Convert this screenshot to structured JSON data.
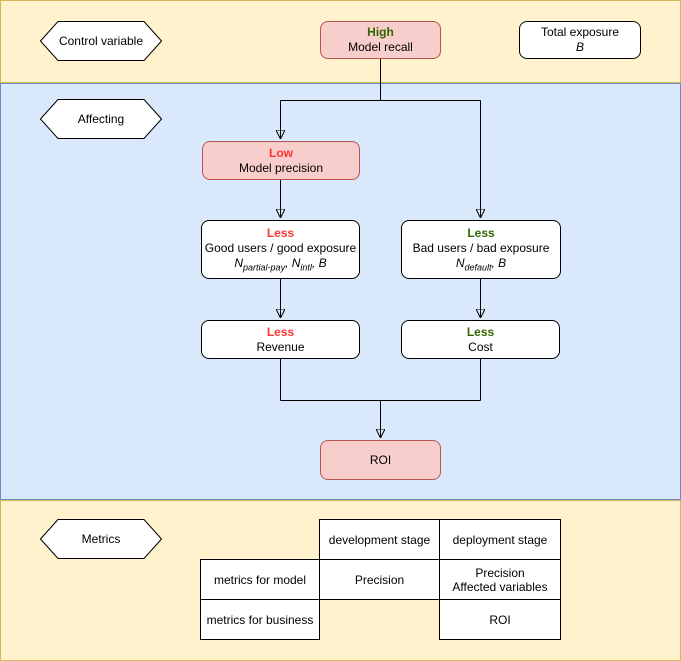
{
  "sections": {
    "control": {
      "label": "Control variable"
    },
    "affecting": {
      "label": "Affecting"
    },
    "metrics": {
      "label": "Metrics"
    }
  },
  "nodes": {
    "high": {
      "status": "High",
      "label": "Model recall"
    },
    "total_exposure": {
      "label": "Total exposure",
      "formula": "B"
    },
    "low": {
      "status": "Low",
      "label": "Model precision"
    },
    "good_users": {
      "status": "Less",
      "label": "Good users / good exposure",
      "formula": "N_{partial-pay}, N_{intl}, B"
    },
    "bad_users": {
      "status": "Less",
      "label": "Bad users / bad exposure",
      "formula": "N_{default}, B"
    },
    "revenue": {
      "status": "Less",
      "label": "Revenue"
    },
    "cost": {
      "status": "Less",
      "label": "Cost"
    },
    "roi": {
      "label": "ROI"
    }
  },
  "table": {
    "col_headers": [
      "development stage",
      "deployment stage"
    ],
    "row_headers": [
      "metrics for model",
      "metrics for business"
    ],
    "cells": {
      "model_development": "Precision",
      "model_deployment_line1": "Precision",
      "model_deployment_line2": "Affected variables",
      "business_deployment": "ROI"
    }
  },
  "colors": {
    "band_yellow_fill": "#fff2cc",
    "band_yellow_stroke": "#d6b656",
    "band_blue_fill": "#dae8fc",
    "band_blue_stroke": "#6c8ebf",
    "node_pink_fill": "#f8cecc",
    "node_pink_stroke": "#b85450",
    "positive_text": "#336600",
    "negative_text": "#ff3333"
  }
}
